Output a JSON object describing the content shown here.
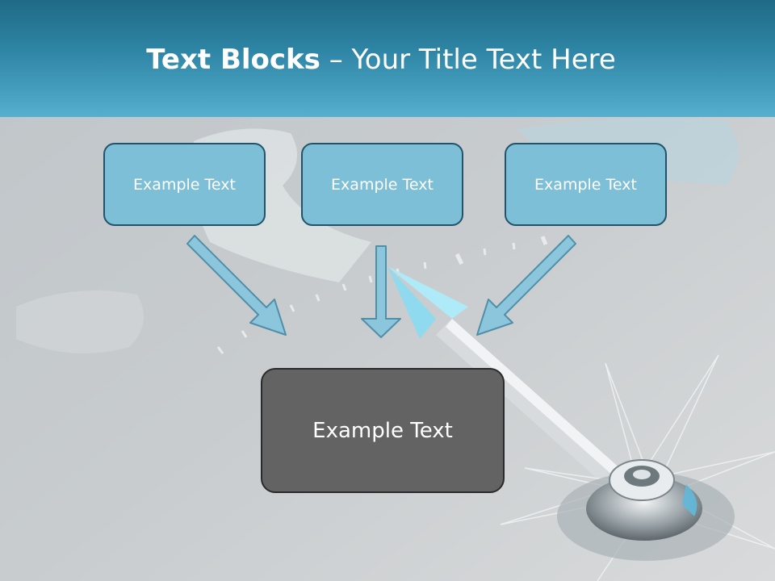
{
  "slide": {
    "title_bold": "Text Blocks",
    "title_dash": " – ",
    "title_rest": "Your Title Text Here",
    "top_boxes": [
      {
        "label": "Example Text"
      },
      {
        "label": "Example Text"
      },
      {
        "label": "Example Text"
      }
    ],
    "bottom_box": {
      "label": "Example Text"
    }
  },
  "colors": {
    "header": "#2f86a6",
    "box_fill": "#7dbfd6",
    "box_border": "#22536a",
    "main_box_fill": "#636363",
    "arrow_fill": "#8cc6dc"
  },
  "icons": {
    "background": "compass-illustration",
    "arrows": "down-arrow-icon"
  }
}
